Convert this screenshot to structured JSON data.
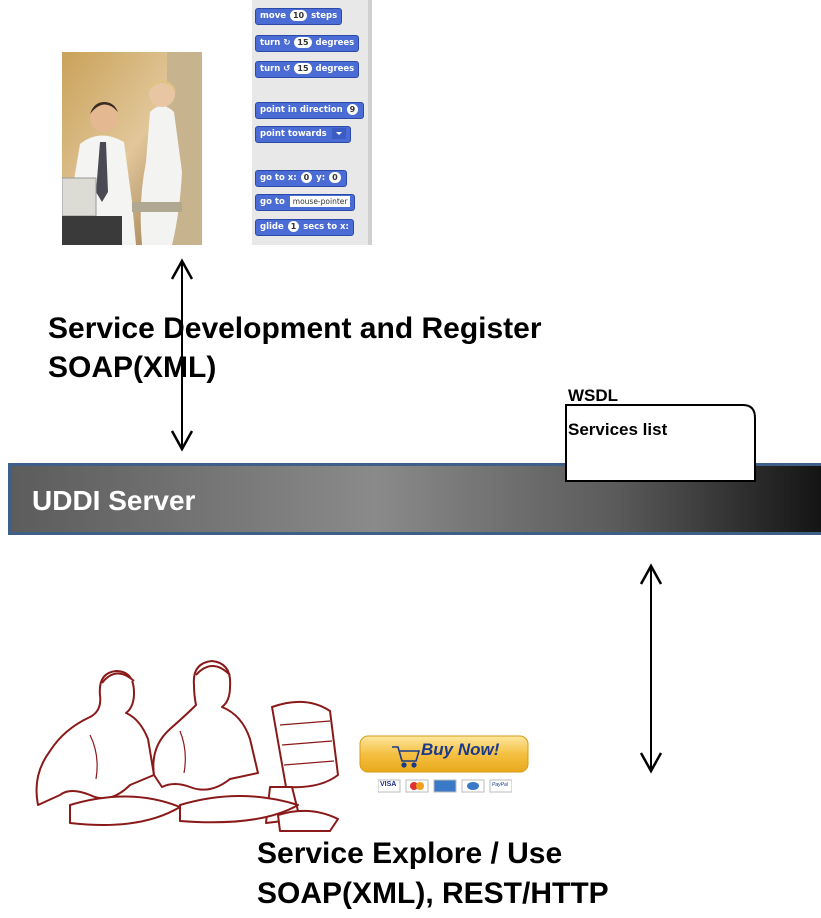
{
  "blocks": {
    "move": {
      "pre": "move",
      "value": "10",
      "post": "steps"
    },
    "turn_right": {
      "pre": "turn",
      "icon": "rotate-right-icon",
      "value": "15",
      "post": "degrees"
    },
    "turn_left": {
      "pre": "turn",
      "icon": "rotate-left-icon",
      "value": "15",
      "post": "degrees"
    },
    "point_direction": {
      "pre": "point in direction",
      "value": "9"
    },
    "point_towards": {
      "pre": "point towards"
    },
    "goto_xy": {
      "pre": "go to x:",
      "x": "0",
      "mid": "y:",
      "y": "0"
    },
    "goto": {
      "pre": "go to",
      "value": "mouse-pointer"
    },
    "glide": {
      "pre": "glide",
      "value": "1",
      "post": "secs to x:"
    }
  },
  "labels": {
    "dev_line1": "Service Development and Register",
    "dev_line2": "SOAP(XML)",
    "wsdl_title": "WSDL",
    "wsdl_sub": "Services list",
    "uddi": "UDDI Server",
    "buy_now": "Buy Now!",
    "cards": [
      "VISA",
      "",
      "",
      "",
      "PayPal"
    ],
    "use_line1": "Service Explore / Use",
    "use_line2": "SOAP(XML), REST/HTTP"
  },
  "colors": {
    "uddi_border": "#3e5f88",
    "block_blue": "#4a6cd4",
    "buy_now_gold": "#f5c042"
  }
}
